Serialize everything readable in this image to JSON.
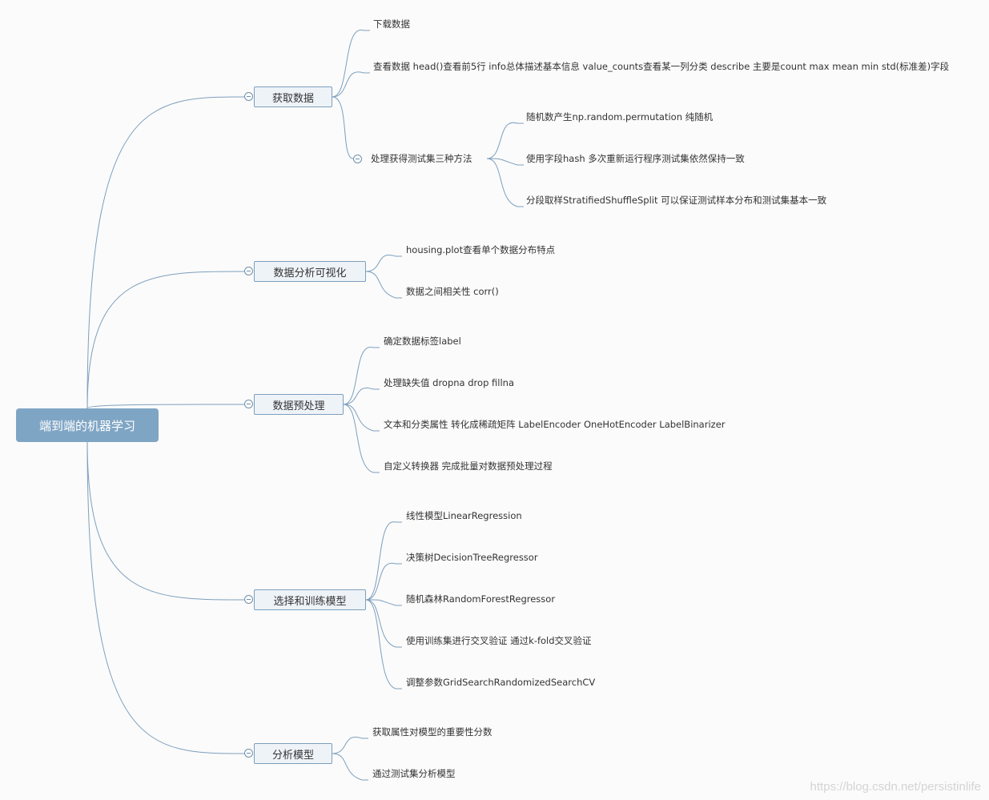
{
  "root": "端到端的机器学习",
  "branches": [
    {
      "label": "获取数据",
      "children": [
        {
          "label": "下载数据"
        },
        {
          "label": "查看数据 head()查看前5行 info总体描述基本信息 value_counts查看某一列分类 describe 主要是count max mean min std(标准差)字段"
        },
        {
          "label": "处理获得测试集三种方法",
          "children": [
            {
              "label": "随机数产生np.random.permutation 纯随机"
            },
            {
              "label": "使用字段hash 多次重新运行程序测试集依然保持一致"
            },
            {
              "label": "分段取样StratifiedShuffleSplit 可以保证测试样本分布和测试集基本一致"
            }
          ]
        }
      ]
    },
    {
      "label": "数据分析可视化",
      "children": [
        {
          "label": "housing.plot查看单个数据分布特点"
        },
        {
          "label": "数据之间相关性 corr()"
        }
      ]
    },
    {
      "label": "数据预处理",
      "children": [
        {
          "label": "确定数据标签label"
        },
        {
          "label": "处理缺失值 dropna drop fillna"
        },
        {
          "label": "文本和分类属性 转化成稀疏矩阵 LabelEncoder OneHotEncoder LabelBinarizer"
        },
        {
          "label": "自定义转换器 完成批量对数据预处理过程"
        }
      ]
    },
    {
      "label": "选择和训练模型",
      "children": [
        {
          "label": "线性模型LinearRegression"
        },
        {
          "label": "决策树DecisionTreeRegressor"
        },
        {
          "label": "随机森林RandomForestRegressor"
        },
        {
          "label": "使用训练集进行交叉验证 通过k-fold交叉验证"
        },
        {
          "label": "调整参数GridSearchRandomizedSearchCV"
        }
      ]
    },
    {
      "label": "分析模型",
      "children": [
        {
          "label": "获取属性对模型的重要性分数"
        },
        {
          "label": "通过测试集分析模型"
        }
      ]
    }
  ],
  "watermark": "https://blog.csdn.net/persistinlife",
  "colors": {
    "root_fill": "#7fa5c4",
    "link": "#7d9fbd",
    "topic_fill": "#eef3f8",
    "background": "#fbfbfb"
  }
}
